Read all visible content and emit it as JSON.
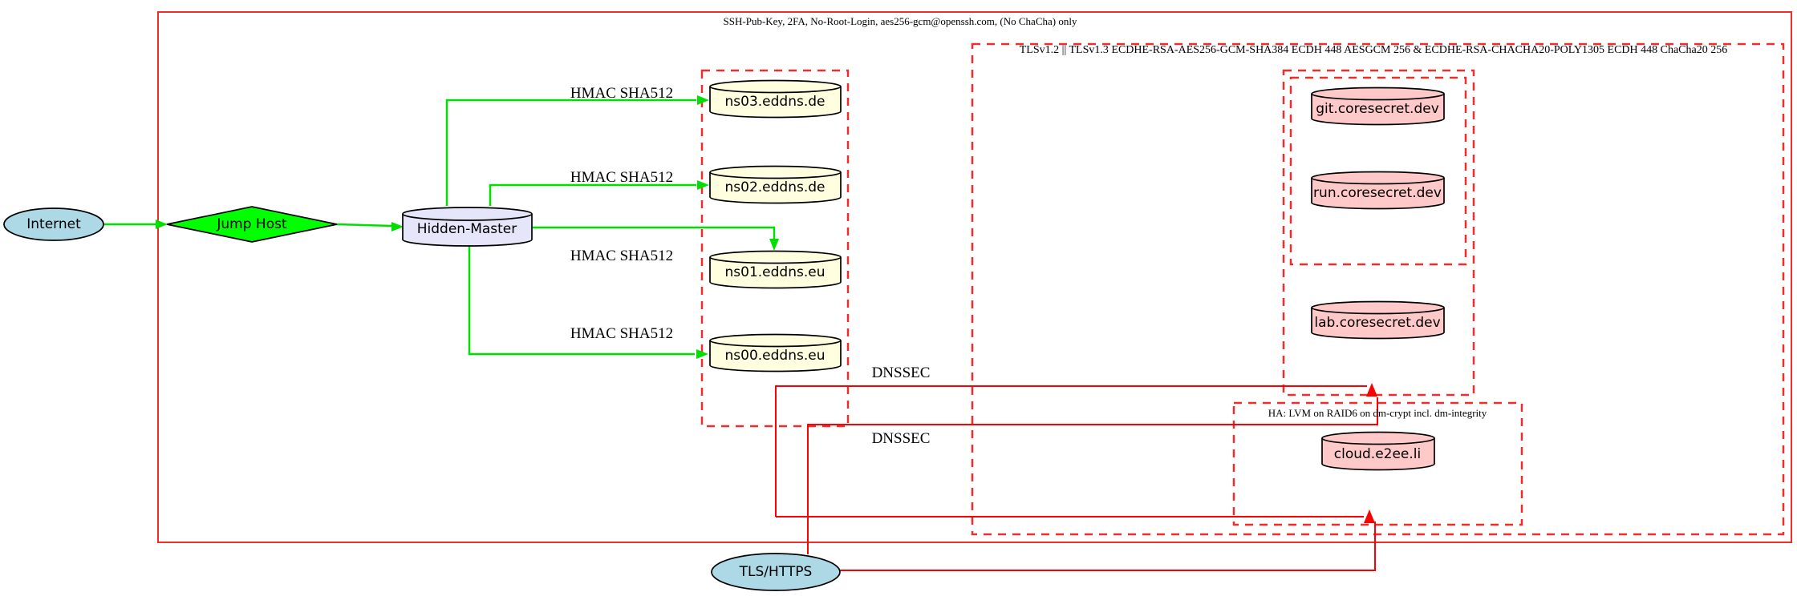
{
  "diagram": {
    "clusters": {
      "ssh_label": "SSH-Pub-Key, 2FA, No-Root-Login, aes256-gcm@openssh.com, (No ChaCha) only",
      "tls_label": "TLSv1.2 || TLSv1.3 ECDHE-RSA-AES256-GCM-SHA384 ECDH 448 AESGCM 256 & ECDHE-RSA-CHACHA20-POLY1305 ECDH 448 ChaCha20 256",
      "ha_label": "HA: LVM on RAID6 on dm-crypt incl. dm-integrity"
    },
    "nodes": {
      "internet": "Internet",
      "jump_host": "Jump Host",
      "hidden_master": "Hidden-Master",
      "ns03": "ns03.eddns.de",
      "ns02": "ns02.eddns.de",
      "ns01": "ns01.eddns.eu",
      "ns00": "ns00.eddns.eu",
      "git": "git.coresecret.dev",
      "run": "run.coresecret.dev",
      "lab": "lab.coresecret.dev",
      "cloud": "cloud.e2ee.li",
      "tls_https": "TLS/HTTPS"
    },
    "edge_labels": {
      "hmac": "HMAC SHA512",
      "dnssec": "DNSSEC"
    },
    "colors": {
      "cluster_border_red": "#f02c2c",
      "edge_green": "#00e000",
      "edge_red": "#ff0000",
      "node_lightblue": "#add8e6",
      "node_green": "#00ff00",
      "node_lavender": "#e6e6fa",
      "node_lightyellow": "#ffffe0",
      "node_pink": "#ffc9c9",
      "node_border": "#000000"
    }
  }
}
